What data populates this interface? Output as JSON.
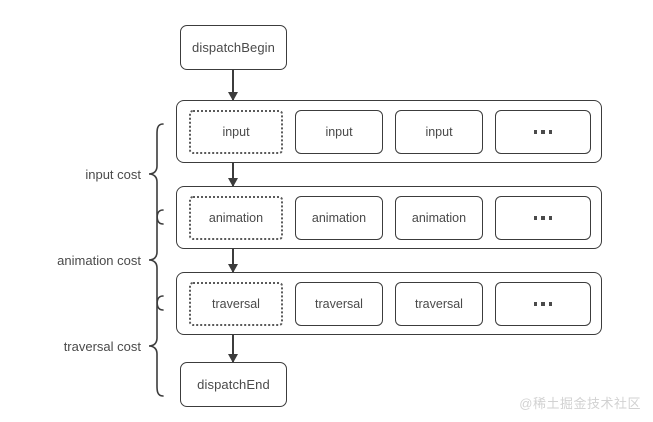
{
  "diagram": {
    "start_node": {
      "label": "dispatchBegin"
    },
    "end_node": {
      "label": "dispatchEnd"
    },
    "rows": [
      {
        "name": "input-row",
        "cells": [
          {
            "label": "input",
            "style": "dotted"
          },
          {
            "label": "input",
            "style": "solid"
          },
          {
            "label": "input",
            "style": "solid"
          },
          {
            "label": "...",
            "style": "solid"
          }
        ]
      },
      {
        "name": "animation-row",
        "cells": [
          {
            "label": "animation",
            "style": "dotted"
          },
          {
            "label": "animation",
            "style": "solid"
          },
          {
            "label": "animation",
            "style": "solid"
          },
          {
            "label": "...",
            "style": "solid"
          }
        ]
      },
      {
        "name": "traversal-row",
        "cells": [
          {
            "label": "traversal",
            "style": "dotted"
          },
          {
            "label": "traversal",
            "style": "solid"
          },
          {
            "label": "traversal",
            "style": "solid"
          },
          {
            "label": "...",
            "style": "solid"
          }
        ]
      }
    ],
    "braces": [
      {
        "label": "input cost"
      },
      {
        "label": "animation cost"
      },
      {
        "label": "traversal cost"
      }
    ],
    "colors": {
      "stroke": "#3c3c3c",
      "text": "#4a4a4a",
      "background": "#ffffff",
      "watermark": "#d2d2d2"
    }
  },
  "watermark": {
    "text": "@稀土掘金技术社区"
  }
}
